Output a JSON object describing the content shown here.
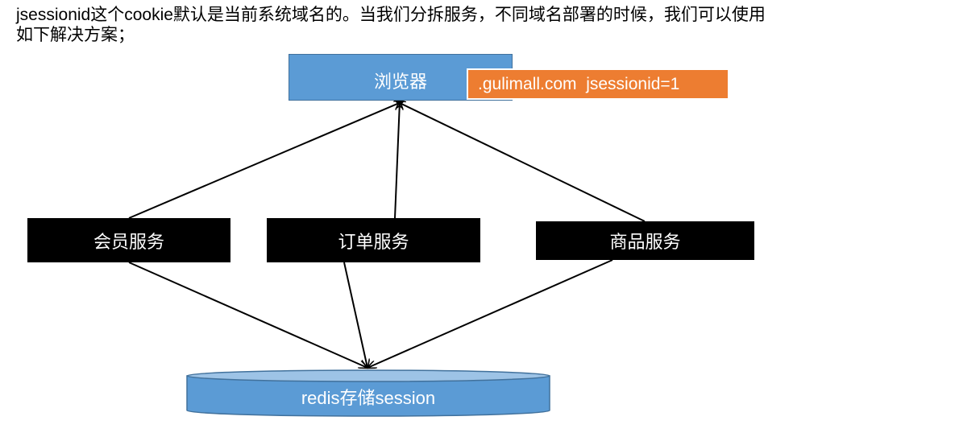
{
  "intro": {
    "line1": "jsessionid这个cookie默认是当前系统域名的。当我们分拆服务，不同域名部署的时候，我们可以使用",
    "line2": "如下解决方案；"
  },
  "browser": {
    "label": "浏览器"
  },
  "cookie_tag": {
    "label": ".gulimall.com  jsessionid=1"
  },
  "services": {
    "member": "会员服务",
    "order": "订单服务",
    "goods": "商品服务"
  },
  "redis": {
    "label": "redis存储session"
  },
  "colors": {
    "browser_fill": "#5b9bd5",
    "cookie_fill": "#ed7d31",
    "service_fill": "#000000",
    "redis_fill": "#5b9bd5"
  }
}
